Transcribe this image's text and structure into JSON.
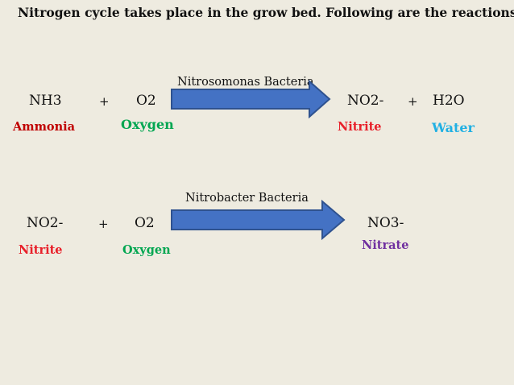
{
  "slide": {
    "title": "Nitrogen cycle takes place in the grow bed. Following are the reactions:",
    "colors": {
      "background": "#eeebe0",
      "arrow_fill": "#4472c4",
      "arrow_stroke": "#2f528f",
      "ammonia": "#c00000",
      "oxygen": "#00a651",
      "nitrite": "#e8202a",
      "water": "#21b0e3",
      "nitrate": "#7030a0"
    }
  },
  "reaction1": {
    "reactant1": {
      "formula": "NH3",
      "name": "Ammonia"
    },
    "plus1": "+",
    "reactant2": {
      "formula": "O2",
      "name": "Oxygen"
    },
    "catalyst": "Nitrosomonas Bacteria",
    "arrow_icon": "right-arrow-icon",
    "product1": {
      "formula": "NO2-",
      "name": "Nitrite"
    },
    "plus2": "+",
    "product2": {
      "formula": "H2O",
      "name": "Water"
    }
  },
  "reaction2": {
    "reactant1": {
      "formula": "NO2-",
      "name": "Nitrite"
    },
    "plus1": "+",
    "reactant2": {
      "formula": "O2",
      "name": "Oxygen"
    },
    "catalyst": "Nitrobacter Bacteria",
    "arrow_icon": "right-arrow-icon",
    "product1": {
      "formula": "NO3-",
      "name": "Nitrate"
    }
  }
}
